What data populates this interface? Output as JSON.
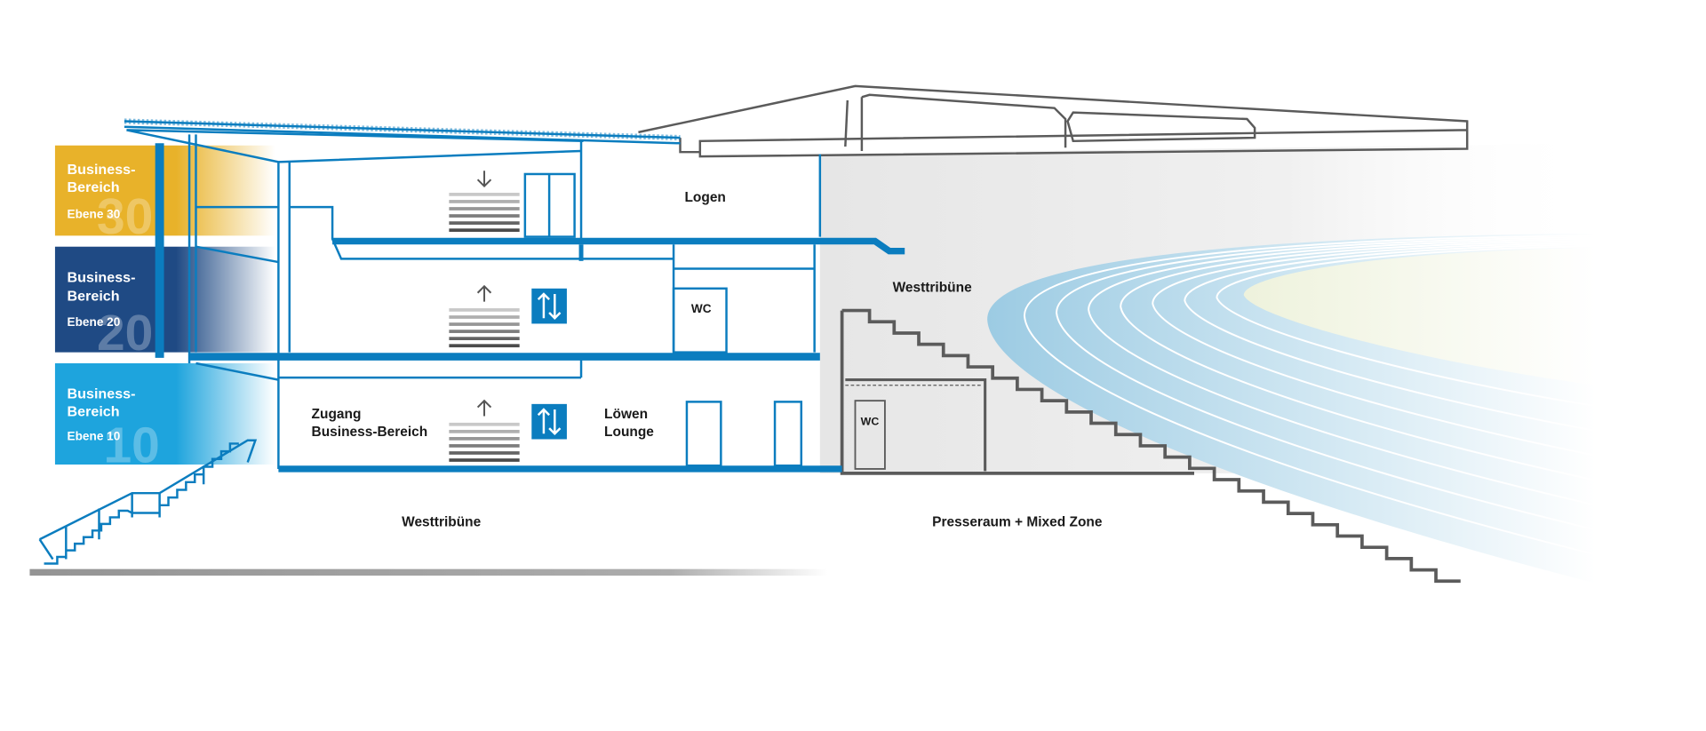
{
  "colors": {
    "blue": "#0b7dbf",
    "gray": "#5b5b5b",
    "level30": "#e8b22a",
    "level20": "#1f4a84",
    "level10": "#1ea4dd"
  },
  "levels": [
    {
      "title1": "Business-",
      "title2": "Bereich",
      "sub": "Ebene 30",
      "num": "30"
    },
    {
      "title1": "Business-",
      "title2": "Bereich",
      "sub": "Ebene 20",
      "num": "20"
    },
    {
      "title1": "Business-",
      "title2": "Bereich",
      "sub": "Ebene 10",
      "num": "10"
    }
  ],
  "rooms": {
    "logen": "Logen",
    "westtribuene_upper": "Westtribüne",
    "wc_upper": "WC",
    "zugang1": "Zugang",
    "zugang2": "Business-Bereich",
    "loewen1": "Löwen",
    "loewen2": "Lounge",
    "wc_lower": "WC",
    "westtribuene_lower": "Westtribüne",
    "presseraum": "Presseraum + Mixed Zone"
  },
  "icons": [
    "stairs-icon",
    "arrow-down-icon",
    "arrow-up-icon",
    "elevator-icon"
  ]
}
